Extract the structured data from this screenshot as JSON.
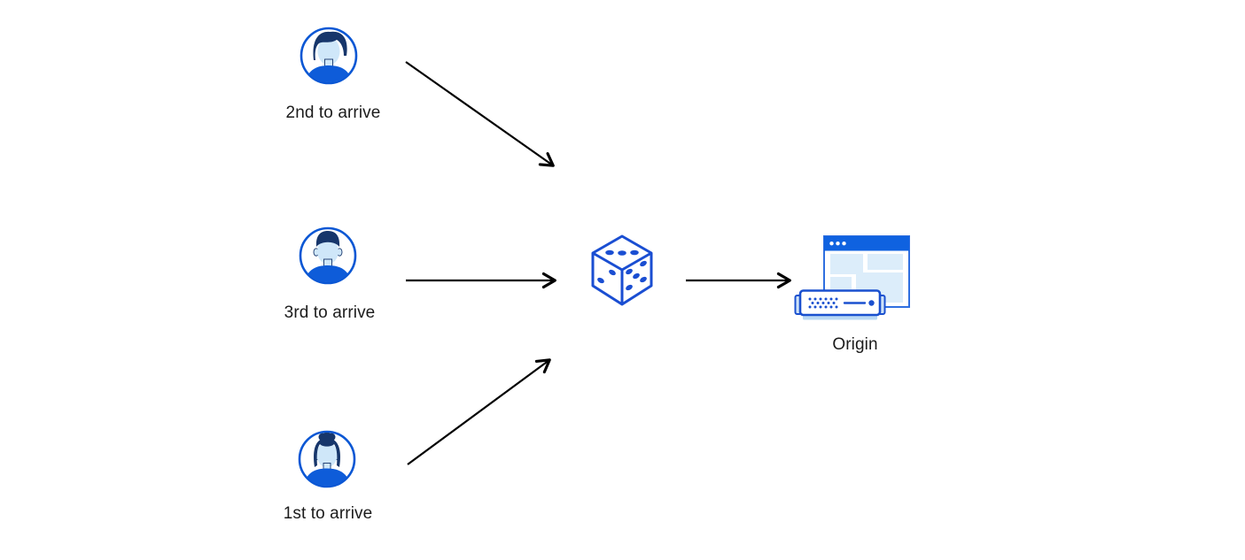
{
  "diagram_title": "random-steering-diagram",
  "colors": {
    "background": "#ffffff",
    "accent_blue": "#0b57d4",
    "shirt_blue": "#0e5cd9",
    "dark_navy_hair": "#17366b",
    "skin_light_blue": "#cfe7f9",
    "pale_block_blue": "#dcedfa",
    "dice_blue": "#1a4ed2",
    "server_blue": "#1a50cf",
    "server_base_blue": "#b9d8f4",
    "titlebar_blue": "#0f62e0",
    "arrow_black": "#000000",
    "label_text": "#1b1b1b"
  },
  "actors": [
    {
      "id": "actor-2nd",
      "label": "2nd to arrive",
      "icon": "man-swept-hair-avatar-icon"
    },
    {
      "id": "actor-3rd",
      "label": "3rd to arrive",
      "icon": "man-short-hair-avatar-icon"
    },
    {
      "id": "actor-1st",
      "label": "1st to arrive",
      "icon": "woman-bun-avatar-icon"
    }
  ],
  "router": {
    "icon": "dice-icon",
    "faces": {
      "top_pips": 3,
      "left_pips": 2,
      "right_pips": 5
    }
  },
  "origin": {
    "label": "Origin",
    "icons": [
      "browser-window-icon",
      "server-icon"
    ]
  },
  "arrows": [
    {
      "from": "actor-2nd",
      "to": "dice",
      "direction": "down-right"
    },
    {
      "from": "actor-3rd",
      "to": "dice",
      "direction": "right"
    },
    {
      "from": "actor-1st",
      "to": "dice",
      "direction": "up-right"
    },
    {
      "from": "dice",
      "to": "origin",
      "direction": "right"
    }
  ]
}
